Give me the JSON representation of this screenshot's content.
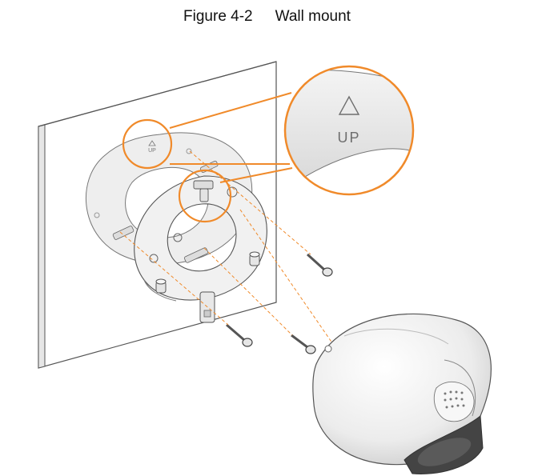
{
  "figure": {
    "number": "Figure 4-2",
    "title": "Wall mount"
  },
  "labels": {
    "up_small": "UP",
    "up_zoom": "UP"
  },
  "colors": {
    "callout": "#f08a2a",
    "line": "#555555",
    "wall": "#ffffff",
    "plate": "#ededed",
    "camera": "#f3f3f3",
    "lens": "#444444"
  },
  "icons": [
    "up-arrow-triangle-icon"
  ]
}
